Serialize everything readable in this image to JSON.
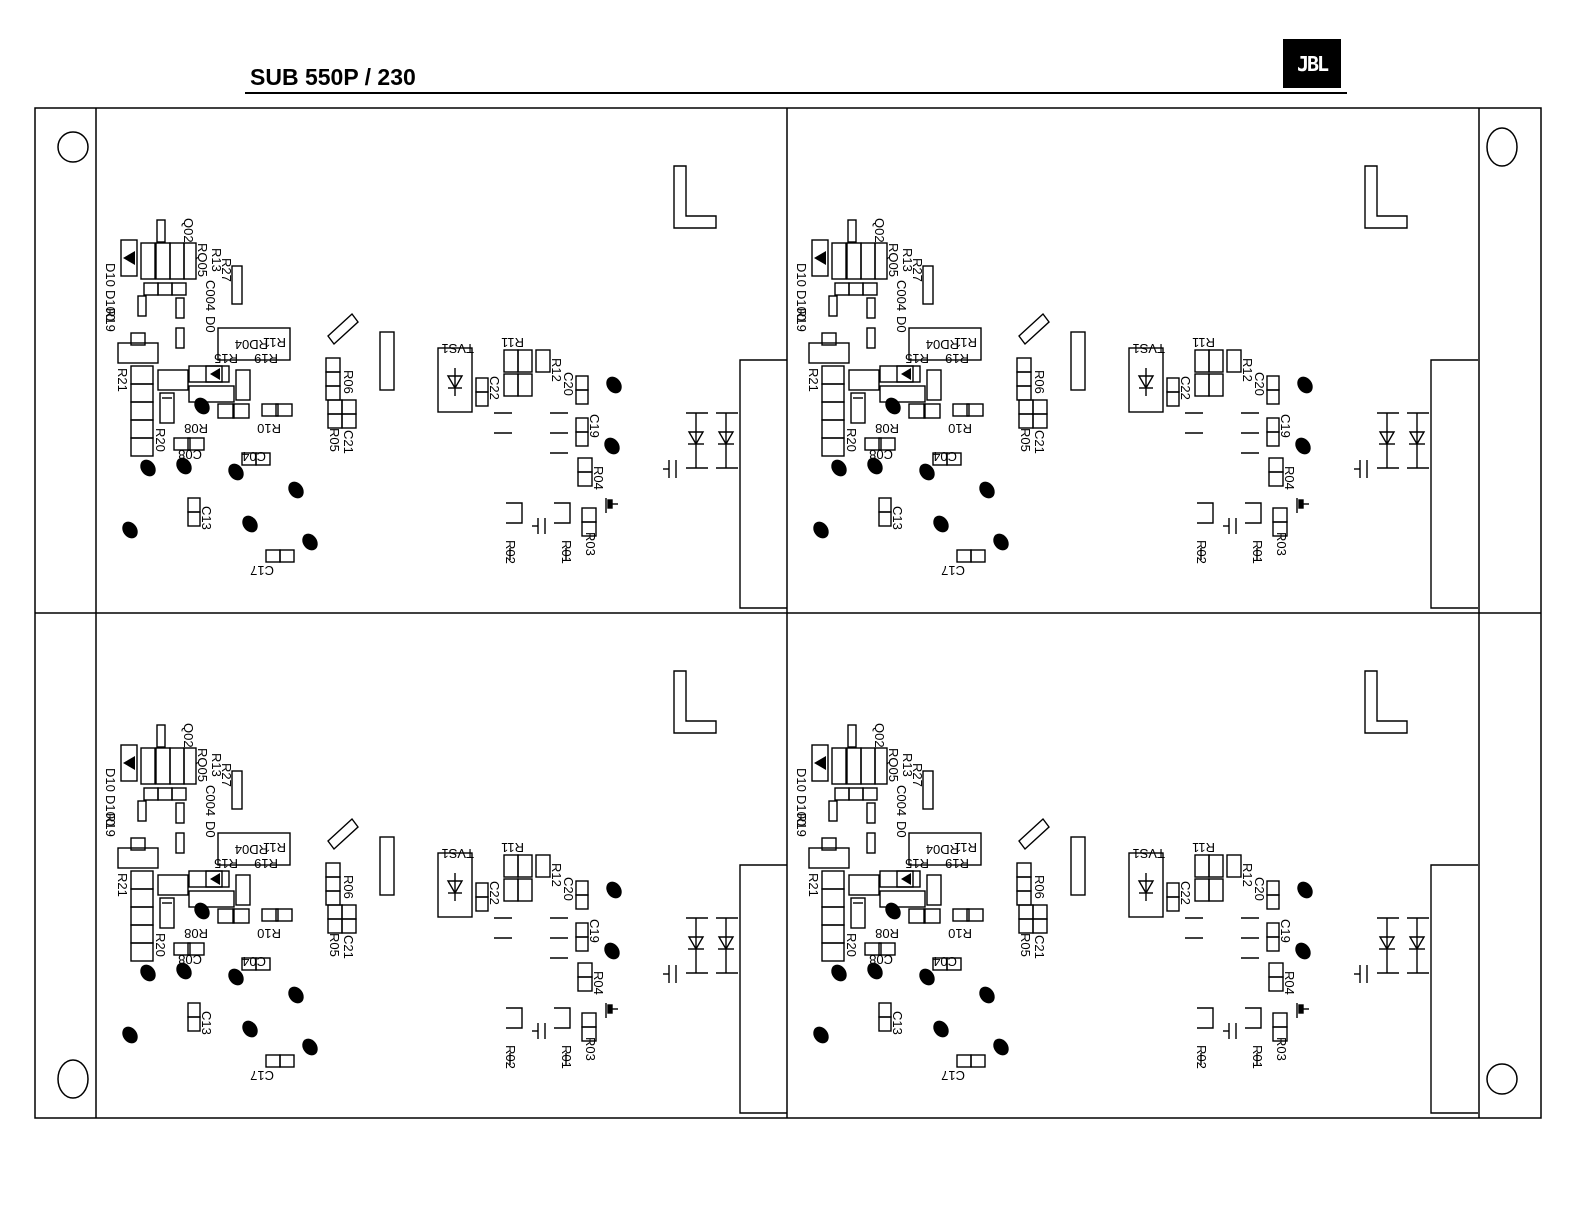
{
  "header": {
    "title": "SUB 550P / 230",
    "logo_text": "JBL"
  },
  "board": {
    "panel_count": 4,
    "component_labels": {
      "D10": "D10",
      "Q02": "Q02",
      "RQ05": "RQ05",
      "R13": "R13",
      "R27": "R27",
      "C004": "C004",
      "D0": "D0",
      "D100": "D100",
      "R19": "R19",
      "R21": "R21",
      "RD04": "RD04",
      "R15": "R15",
      "R20": "R20",
      "R08": "R08",
      "C08": "C08",
      "C04": "C04",
      "R10": "R10",
      "R06": "R06",
      "R05": "R05",
      "C21": "C21",
      "C13": "C13",
      "C17": "C17",
      "TVS1": "TVS1",
      "R11": "R11",
      "C22": "C22",
      "R12": "R12",
      "C20": "C20",
      "C19": "C19",
      "R04": "R04",
      "R02": "R02",
      "R01": "R01",
      "R03": "R03"
    }
  }
}
